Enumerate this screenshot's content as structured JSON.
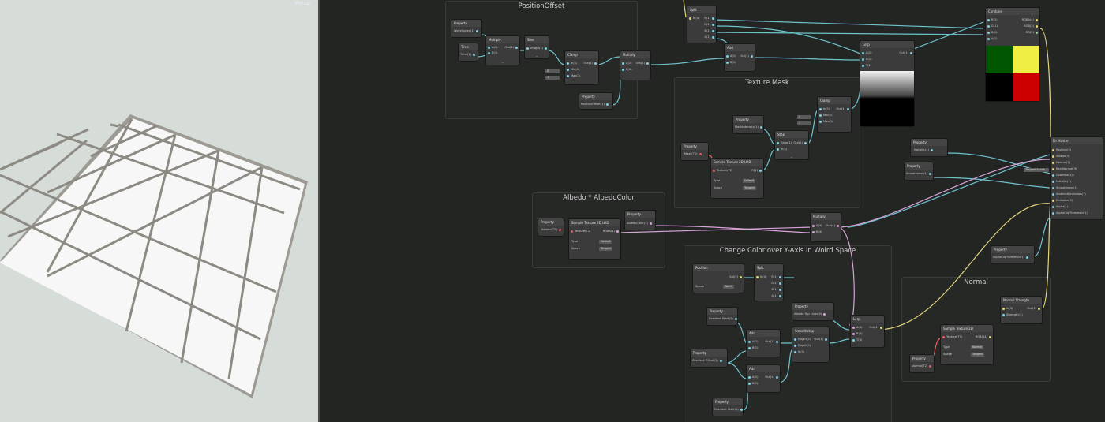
{
  "viewport": {
    "tag": "Persp"
  },
  "groups": {
    "position_offset": "PositionOffset",
    "texture_mask": "Texture Mask",
    "albedo": "Albedo * AlbedoColor",
    "change_color": "Change Color over Y-Axis in Wolrd Space",
    "normal": "Normal"
  },
  "nodes": {
    "prop_wave": {
      "title": "Property",
      "out": "WaveSpeed(1)"
    },
    "time": {
      "title": "Time",
      "out": "Time(1)"
    },
    "mul1": {
      "title": "Multiply",
      "a": "A(1)",
      "b": "B(1)",
      "out": "Out(1)"
    },
    "sine": {
      "title": "Sine",
      "in": "In(1)",
      "out": "Out(1)"
    },
    "clamp1": {
      "title": "Clamp",
      "in": "In(1)",
      "min": "Min(1)",
      "max": "Max(1)",
      "out": "Out(1)",
      "f1": "0",
      "f2": "1"
    },
    "mul2": {
      "title": "Multiply",
      "a": "A(1)",
      "b": "B(1)",
      "out": "Out(1)"
    },
    "prop_posoff": {
      "title": "Property",
      "out": "PositionOffset(1)"
    },
    "split": {
      "title": "Split",
      "in": "In(4)",
      "r": "R(1)",
      "g": "G(1)",
      "b": "B(1)",
      "a": "A(1)"
    },
    "add1": {
      "title": "Add",
      "a": "A(1)",
      "b": "B(1)",
      "out": "Out(1)"
    },
    "combine": {
      "title": "Combine",
      "r": "R(1)",
      "g": "G(1)",
      "b": "B(1)",
      "a": "A(1)",
      "o1": "RGBA(4)",
      "o2": "RGB(3)",
      "o3": "RG(2)"
    },
    "lerp_top": {
      "title": "Lerp",
      "a": "A(1)",
      "b": "B(1)",
      "t": "T(1)",
      "out": "Out(1)"
    },
    "prop_maskint": {
      "title": "Property",
      "out": "MaskIntensity(1)"
    },
    "step": {
      "title": "Step",
      "edge": "Edge(1)",
      "in": "In(1)",
      "out": "Out(1)"
    },
    "clamp2": {
      "title": "Clamp",
      "in": "In(1)",
      "min": "Min(1)",
      "max": "Max(1)",
      "out": "Out(1)",
      "f1": "0",
      "f2": "1"
    },
    "prop_mask": {
      "title": "Property",
      "out": "Mask(T2)"
    },
    "sample_mask": {
      "title": "Sample Texture 2D LOD",
      "tex": "Texture(T2)",
      "out": "R(1)",
      "type_l": "Type",
      "type_v": "Default",
      "space_l": "Space",
      "space_v": "Tangent"
    },
    "prop_albedo": {
      "title": "Property",
      "out": "Albedo(T2)"
    },
    "sample_albedo": {
      "title": "Sample Texture 2D LOD",
      "tex": "Texture(T2)",
      "out": "RGBA(4)",
      "type_l": "Type",
      "type_v": "Default",
      "space_l": "Space",
      "space_v": "Tangent"
    },
    "prop_albedocolor": {
      "title": "Property",
      "out": "AlbedoColor(4)"
    },
    "mul3": {
      "title": "Multiply",
      "a": "A(4)",
      "b": "B(4)",
      "out": "Out(4)"
    },
    "prop_metal": {
      "title": "Property",
      "out": "Metallic(1)"
    },
    "prop_smooth": {
      "title": "Property",
      "out": "Smoothness(1)"
    },
    "unlit": {
      "title": "Lit Master",
      "ports": [
        "Position(3)",
        "Albedo(3)",
        "Normal(3)",
        "BentNormal(3)",
        "CoatMask(1)",
        "Metallic(1)",
        "Smoothness(1)",
        "AmbientOcclusion(1)",
        "Emission(3)",
        "Alpha(1)",
        "AlphaClipThreshold(1)"
      ],
      "field": "Tangent Space"
    },
    "prop_alphaclip": {
      "title": "Property",
      "out": "AlphaClipThreshold(1)"
    },
    "position": {
      "title": "Position",
      "out": "Out(3)",
      "space_l": "Space",
      "space_v": "World"
    },
    "split2": {
      "title": "Split",
      "in": "In(4)",
      "r": "R(1)",
      "g": "G(1)",
      "b": "B(1)",
      "a": "A(1)"
    },
    "prop_gradstart": {
      "title": "Property",
      "out": "Gradient Start(1)"
    },
    "prop_gradoffset": {
      "title": "Property",
      "out": "Gradient Offset(1)"
    },
    "add2": {
      "title": "Add",
      "a": "A(1)",
      "b": "B(1)",
      "out": "Out(1)"
    },
    "add3": {
      "title": "Add",
      "a": "A(1)",
      "b": "B(1)",
      "out": "Out(1)"
    },
    "prop_gradstart2": {
      "title": "Property",
      "out": "Gradient Start(1)"
    },
    "smoothstep": {
      "title": "Smoothstep",
      "e1": "Edge1(1)",
      "e2": "Edge2(1)",
      "in": "In(1)",
      "out": "Out(1)"
    },
    "prop_albtop": {
      "title": "Property",
      "out": "Albedo Top Color(4)"
    },
    "lerp_bottom": {
      "title": "Lerp",
      "a": "A(4)",
      "b": "B(4)",
      "t": "T(4)",
      "out": "Out(4)"
    },
    "prop_normal": {
      "title": "Property",
      "out": "Normal(T2)"
    },
    "sample_normal": {
      "title": "Sample Texture 2D",
      "tex": "Texture(T2)",
      "out": "RGBA(4)",
      "type_l": "Type",
      "type_v": "Normal",
      "space_l": "Space",
      "space_v": "Tangent"
    },
    "normal_strength": {
      "title": "Normal Strength",
      "in": "In(3)",
      "str": "Strength(1)",
      "out": "Out(3)"
    }
  }
}
